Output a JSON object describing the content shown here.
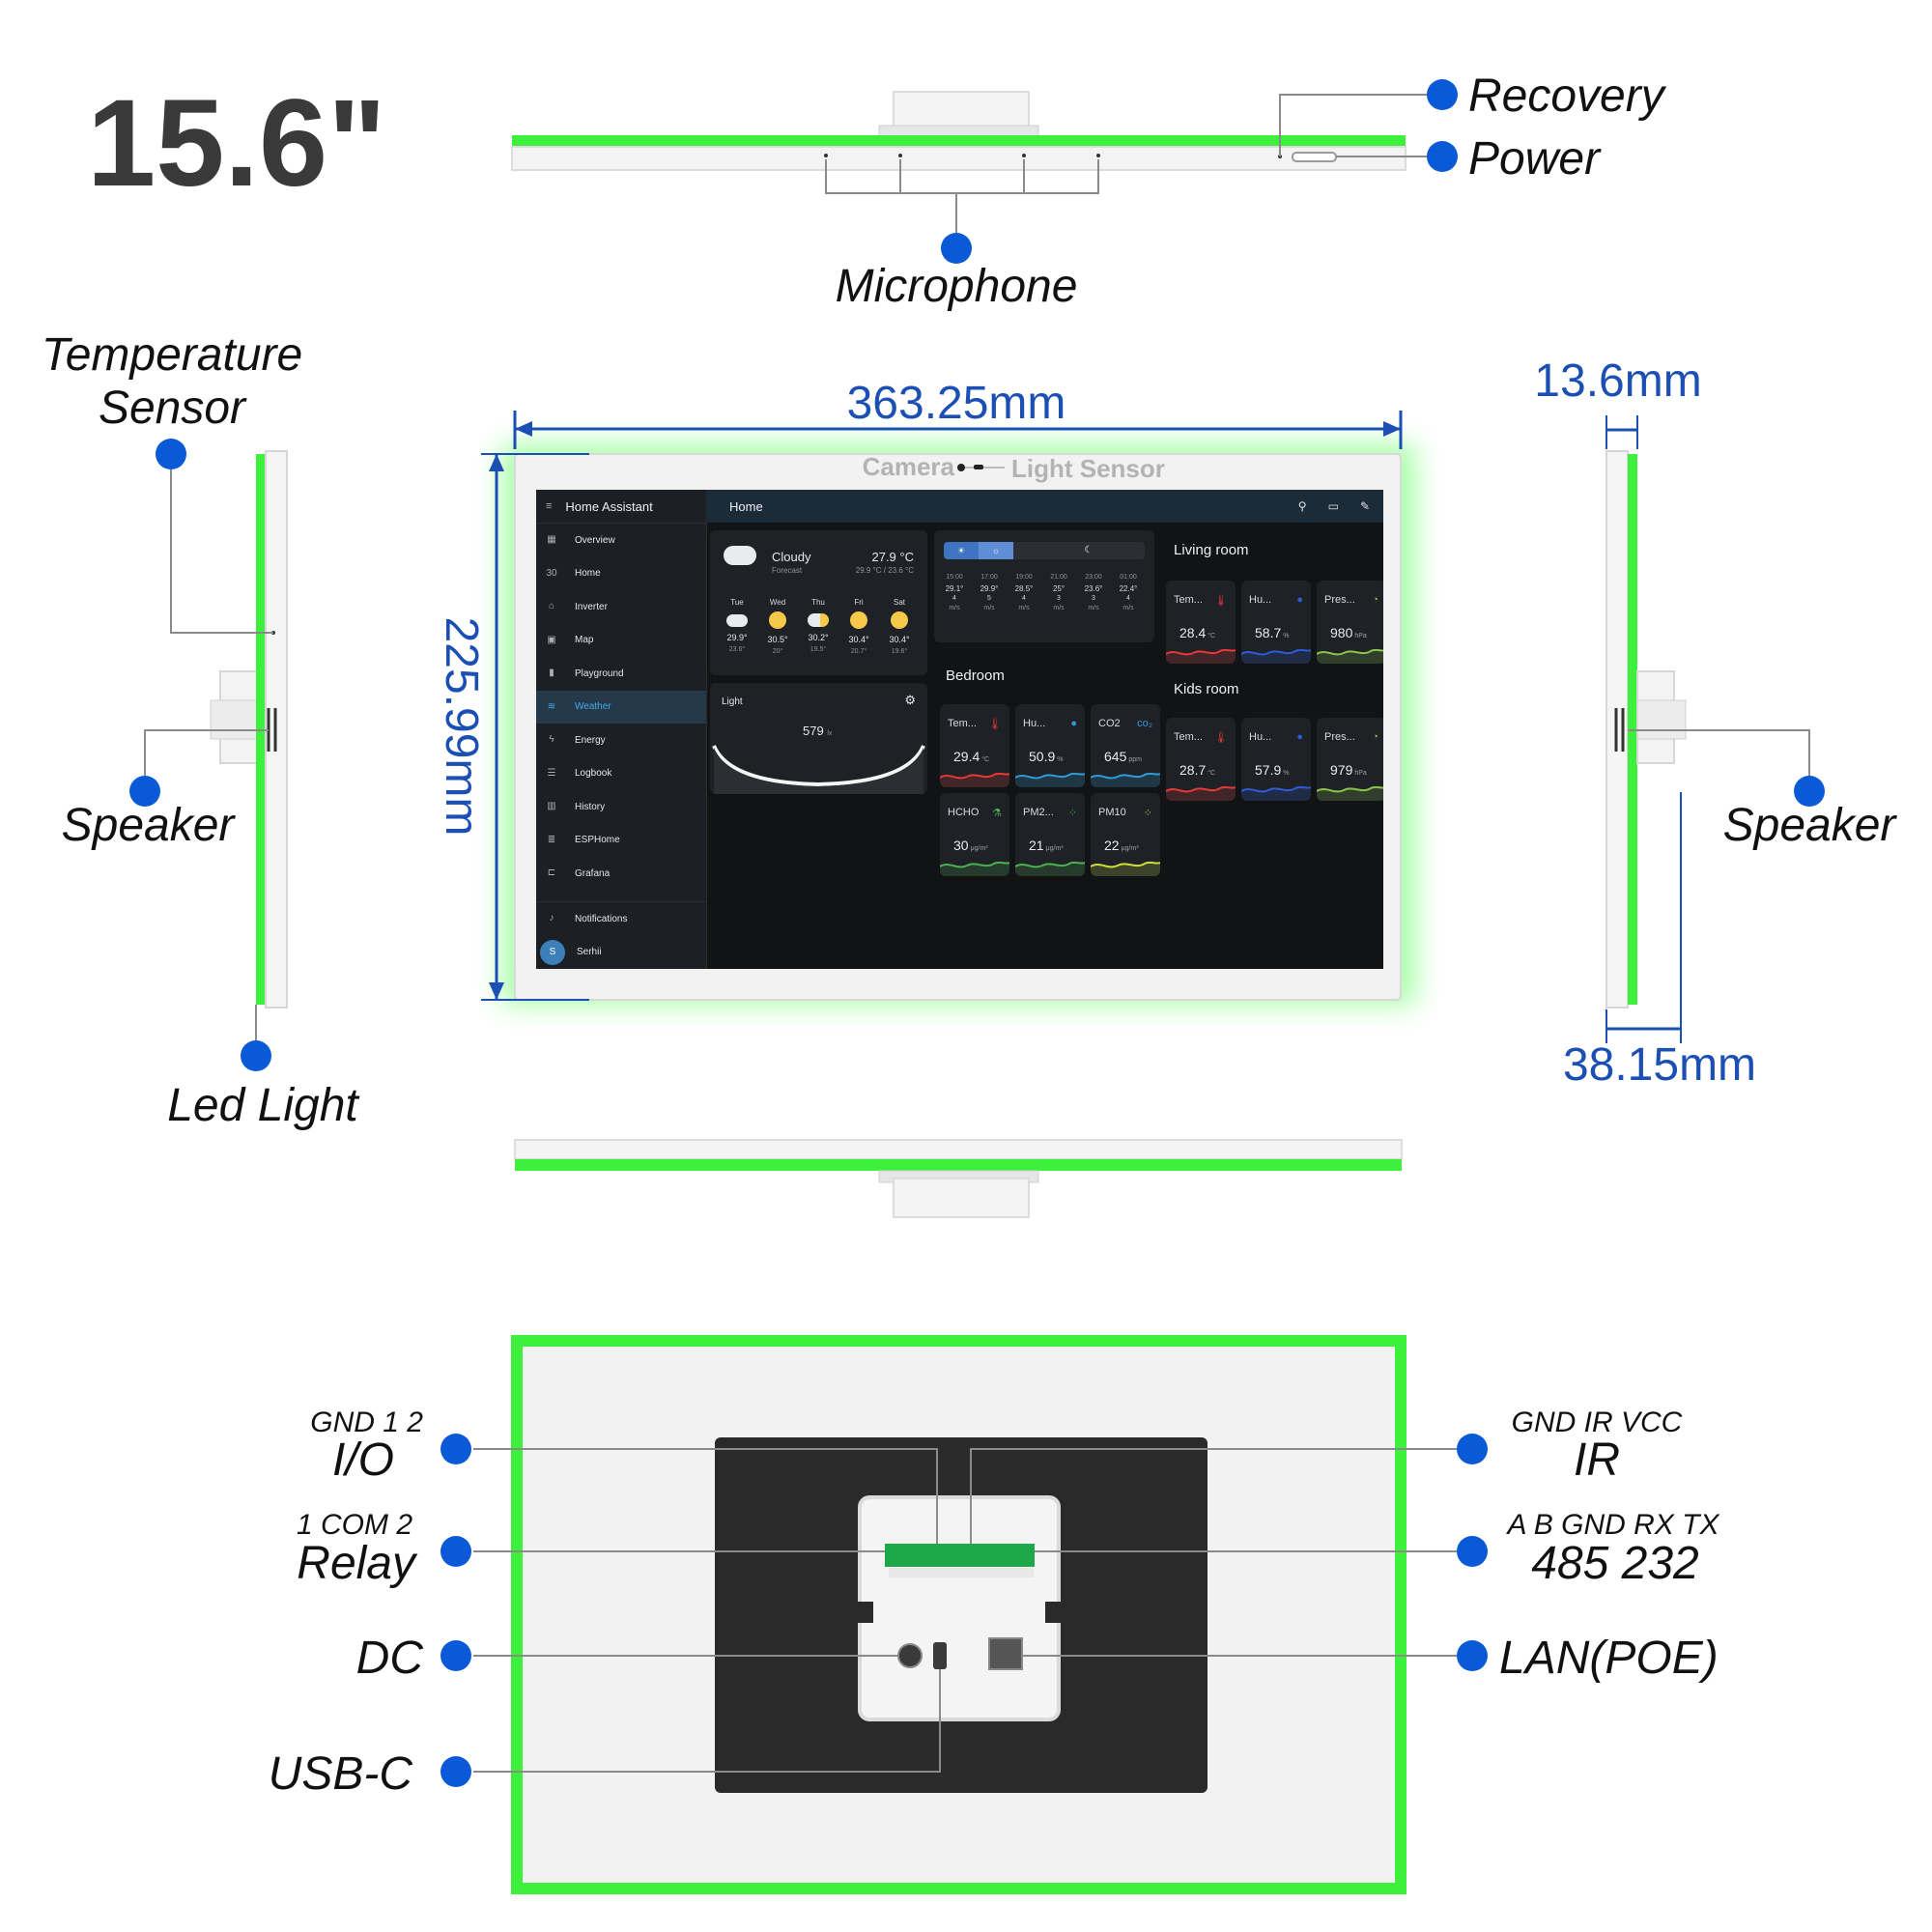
{
  "size_label": "15.6\"",
  "top_view": {
    "callouts": {
      "recovery": "Recovery",
      "power": "Power",
      "microphone": "Microphone"
    }
  },
  "front_view": {
    "width_dim": "363.25mm",
    "height_dim": "225.99mm",
    "camera_label": "Camera",
    "light_sensor_label": "Light Sensor"
  },
  "left_view": {
    "callouts": {
      "temperature_sensor_line1": "Temperature",
      "temperature_sensor_line2": "Sensor",
      "speaker": "Speaker",
      "led_light": "Led Light"
    }
  },
  "right_view": {
    "thin_dim": "13.6mm",
    "depth_dim": "38.15mm",
    "callouts": {
      "speaker": "Speaker"
    }
  },
  "back_view": {
    "left_callouts": [
      {
        "small": "GND 1 2",
        "label": "I/O"
      },
      {
        "small": "1 COM 2",
        "label": "Relay"
      },
      {
        "small": "",
        "label": "DC"
      },
      {
        "small": "",
        "label": "USB-C"
      }
    ],
    "right_callouts": [
      {
        "small": "GND IR VCC",
        "label": "IR"
      },
      {
        "small": "A B GND RX TX",
        "label": "485 232"
      },
      {
        "small": "",
        "label": "LAN(POE)"
      }
    ]
  },
  "colors": {
    "led_green": "#3cf03c",
    "callout_dot": "#0a5ad8",
    "dimension_blue": "#1b4fb3",
    "bezel": "#f2f2f2"
  },
  "screen": {
    "app_title": "Home Assistant",
    "page_title": "Home",
    "sidebar": [
      {
        "icon": "overview-icon",
        "glyph": "▦",
        "label": "Overview"
      },
      {
        "icon": "calendar-icon",
        "glyph": "30",
        "label": "Home"
      },
      {
        "icon": "inverter-icon",
        "glyph": "⌂",
        "label": "Inverter"
      },
      {
        "icon": "map-icon",
        "glyph": "▣",
        "label": "Map"
      },
      {
        "icon": "flask-icon",
        "glyph": "▮",
        "label": "Playground"
      },
      {
        "icon": "weather-icon",
        "glyph": "≋",
        "label": "Weather",
        "active": true
      },
      {
        "icon": "bolt-icon",
        "glyph": "ϟ",
        "label": "Energy"
      },
      {
        "icon": "list-icon",
        "glyph": "☰",
        "label": "Logbook"
      },
      {
        "icon": "chart-icon",
        "glyph": "▥",
        "label": "History"
      },
      {
        "icon": "esphome-icon",
        "glyph": "≣",
        "label": "ESPHome"
      },
      {
        "icon": "grafana-icon",
        "glyph": "⊏",
        "label": "Grafana"
      }
    ],
    "notifications_label": "Notifications",
    "user_initial": "S",
    "user_name": "Serhii",
    "weather": {
      "condition": "Cloudy",
      "sub": "Forecast",
      "temp": "27.9 °C",
      "range": "29.9 °C / 23.6 °C",
      "days": [
        {
          "day": "Tue",
          "icon": "cloud-icon",
          "hi": "29.9°",
          "lo": "23.6°"
        },
        {
          "day": "Wed",
          "icon": "sun-icon",
          "hi": "30.5°",
          "lo": "20°"
        },
        {
          "day": "Thu",
          "icon": "partly-cloudy-icon",
          "hi": "30.2°",
          "lo": "19.5°"
        },
        {
          "day": "Fri",
          "icon": "sun-icon",
          "hi": "30.4°",
          "lo": "20.7°"
        },
        {
          "day": "Sat",
          "icon": "sun-icon",
          "hi": "30.4°",
          "lo": "19.6°"
        }
      ]
    },
    "light_card": {
      "label": "Light",
      "value": "579",
      "unit": "lx"
    },
    "hourly": [
      {
        "time": "15:00",
        "temp": "29.1°",
        "wind": "4",
        "unit": "m/s"
      },
      {
        "time": "17:00",
        "temp": "29.9°",
        "wind": "5",
        "unit": "m/s"
      },
      {
        "time": "19:00",
        "temp": "28.5°",
        "wind": "4",
        "unit": "m/s"
      },
      {
        "time": "21:00",
        "temp": "25°",
        "wind": "3",
        "unit": "m/s"
      },
      {
        "time": "23:00",
        "temp": "23.6°",
        "wind": "3",
        "unit": "m/s"
      },
      {
        "time": "01:00",
        "temp": "22.4°",
        "wind": "4",
        "unit": "m/s"
      }
    ],
    "living_room": {
      "title": "Living room",
      "tiles": [
        {
          "name": "Tem...",
          "value": "28.4",
          "unit": "°C",
          "icon": "thermometer-icon",
          "color": "#e53935"
        },
        {
          "name": "Hu...",
          "value": "58.7",
          "unit": "%",
          "icon": "droplet-icon",
          "color": "#2e5bd8"
        },
        {
          "name": "Pres...",
          "value": "980",
          "unit": "hPa",
          "icon": "gauge-icon",
          "color": "#8bc34a"
        }
      ]
    },
    "bedroom": {
      "title": "Bedroom",
      "tiles": [
        {
          "name": "Tem...",
          "value": "29.4",
          "unit": "°C",
          "icon": "thermometer-icon",
          "color": "#e53935"
        },
        {
          "name": "Hu...",
          "value": "50.9",
          "unit": "%",
          "icon": "droplet-icon",
          "color": "#2e9bd8"
        },
        {
          "name": "CO2",
          "value": "645",
          "unit": "ppm",
          "icon": "co2-icon",
          "color": "#2e9bd8"
        },
        {
          "name": "HCHO",
          "value": "30",
          "unit": "μg/m³",
          "icon": "flask-icon",
          "color": "#4caf50"
        },
        {
          "name": "PM2...",
          "value": "21",
          "unit": "μg/m³",
          "icon": "particles-icon",
          "color": "#4caf50"
        },
        {
          "name": "PM10",
          "value": "22",
          "unit": "μg/m³",
          "icon": "particles-icon",
          "color": "#cddc39"
        }
      ]
    },
    "kids_room": {
      "title": "Kids room",
      "tiles": [
        {
          "name": "Tem...",
          "value": "28.7",
          "unit": "°C",
          "icon": "thermometer-icon",
          "color": "#e53935"
        },
        {
          "name": "Hu...",
          "value": "57.9",
          "unit": "%",
          "icon": "droplet-icon",
          "color": "#2e5bd8"
        },
        {
          "name": "Pres...",
          "value": "979",
          "unit": "hPa",
          "icon": "gauge-icon",
          "color": "#8bc34a"
        }
      ]
    }
  }
}
